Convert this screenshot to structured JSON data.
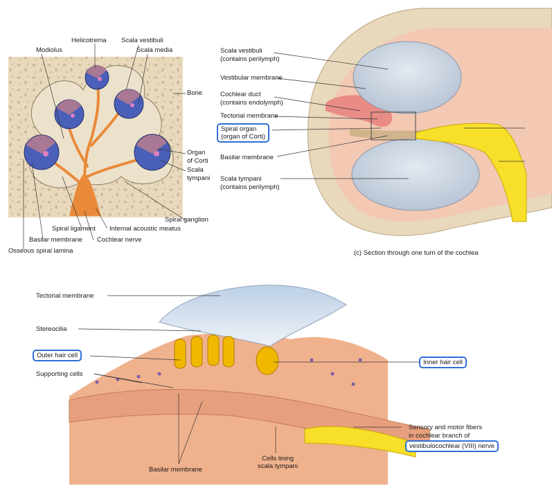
{
  "panel_a": {
    "modiolus": "Modiolus",
    "helicotrema": "Helicotrema",
    "scala_vestibuli": "Scala vestibuli",
    "scala_media": "Scala media",
    "bone": "Bone",
    "organ_of_corti_1": "Organ",
    "organ_of_corti_2": "of Corti",
    "scala_tympani_1": "Scala",
    "scala_tympani_2": "tympani",
    "spiral_ganglion": "Spiral ganglion",
    "internal_acoustic_meatus": "Internal acoustic meatus",
    "spiral_ligament": "Spiral ligament",
    "cochlear_nerve": "Cochlear nerve",
    "basilar_membrane": "Basilar membrane",
    "osseous_spiral_lamina": "Osseous spiral lamina"
  },
  "panel_c": {
    "scala_vestibuli_1": "Scala vestibuli",
    "scala_vestibuli_2": "(contains perilymph)",
    "vestibular_membrane": "Vestibular membrane",
    "cochlear_duct_1": "Cochlear duct",
    "cochlear_duct_2": "(contains endolymph)",
    "tectorial_membrane": "Tectorial membrane",
    "spiral_organ_1": "Spiral organ",
    "spiral_organ_2": "(organ of Corti)",
    "basilar_membrane": "Basilar membrane",
    "scala_tympani_1": "Scala tympani",
    "scala_tympani_2": "(contains perilymph)",
    "caption": "(c) Section through one turn of the cochlea"
  },
  "panel_d": {
    "tectorial_membrane": "Tectorial membrane",
    "stereocilia": "Stereocilia",
    "outer_hair_cell": "Outer hair cell",
    "supporting_cells": "Supporting cells",
    "inner_hair_cell": "Inner hair cell",
    "sensory_fibers_1": "Sensory and motor fibers",
    "sensory_fibers_2": "in cochlear branch of",
    "sensory_fibers_3": "vestibulocochlear (VIII) nerve",
    "basilar_membrane": "Basilar membrane",
    "cells_lining_1": "Cells lining",
    "cells_lining_2": "scala tympani"
  },
  "colors": {
    "bone": "#e8d9bc",
    "bone_hole": "#c9b79a",
    "perilymph": "#c9d3df",
    "endolymph": "#f1b59a",
    "duct_pink": "#e98c86",
    "nerve": "#f7df2a",
    "scala_blue": "#4a5fb8",
    "scala_mauve": "#a87895",
    "tissue": "#f0b28d",
    "highlight": "#2f6fd6"
  }
}
